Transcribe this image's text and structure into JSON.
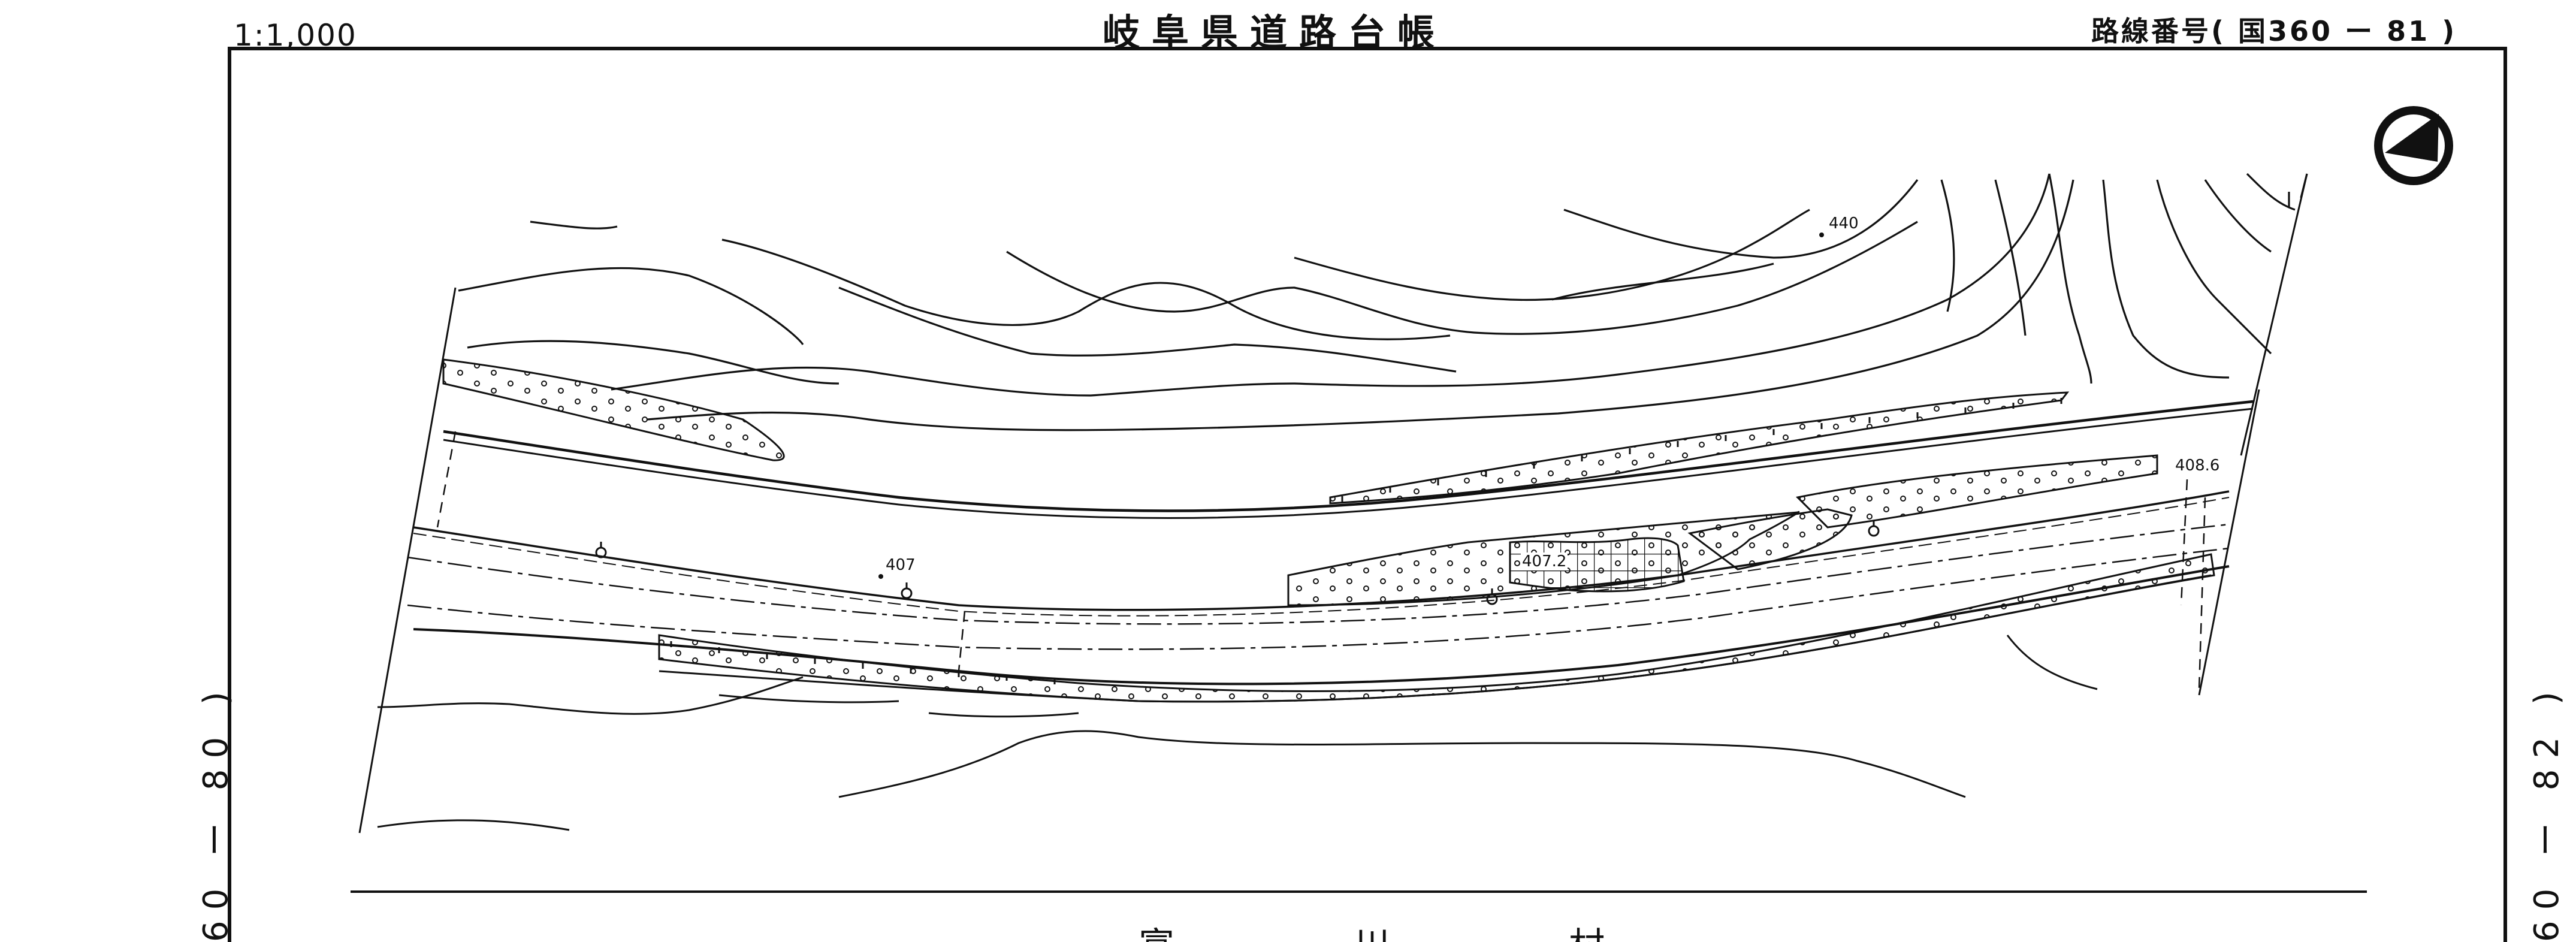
{
  "header": {
    "scale": "1:1,000",
    "title": "岐阜県道路台帳",
    "route_number": "路線番号( 国360 ー 81 )"
  },
  "side": {
    "left_ref": "60 ー 80 )",
    "right_ref": "60 ー 82 )"
  },
  "map": {
    "elevations": {
      "e440": "440",
      "e407": "407",
      "e407_2": "407.2",
      "e408_6": "408.6"
    },
    "village_name": "富 川 村",
    "north_arrow": "north-arrow-icon"
  }
}
